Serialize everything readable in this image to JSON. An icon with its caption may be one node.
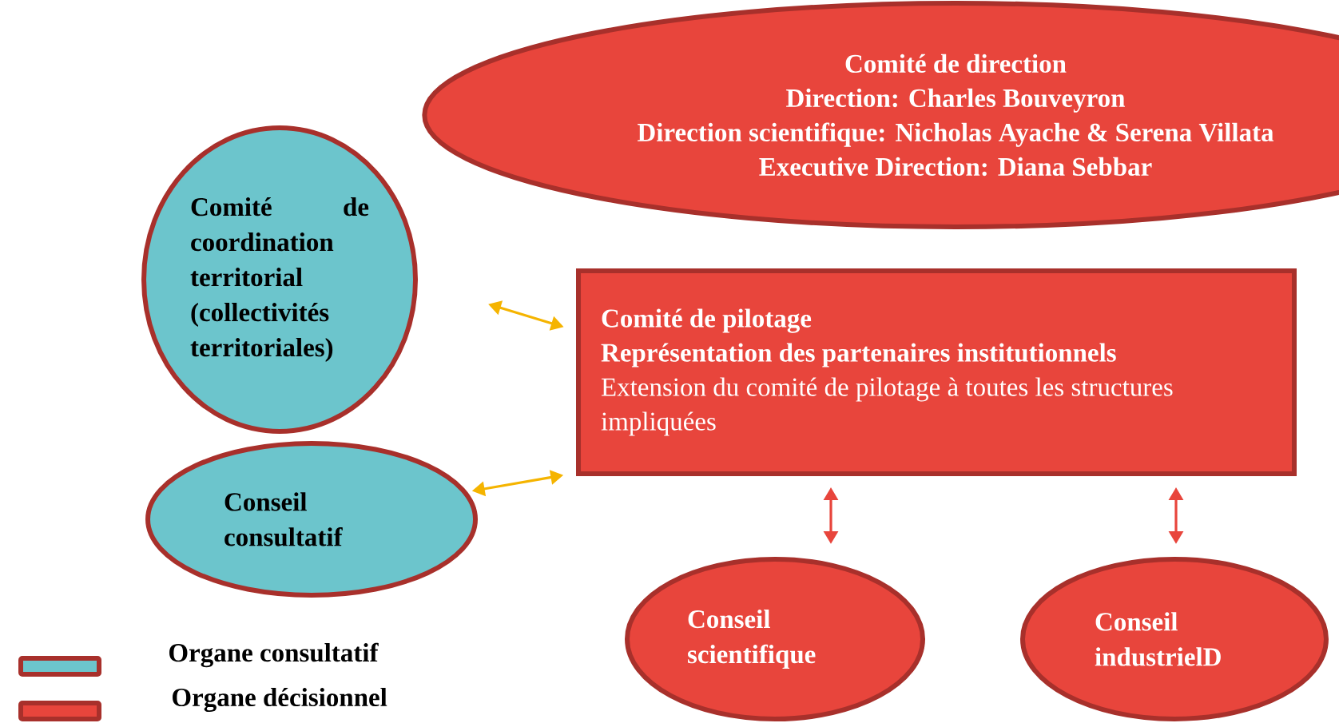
{
  "diagram": {
    "nodes": [
      {
        "text": [
          "Comité de direction",
          "Direction: Charles Bouveyron",
          "Direction scientifique: Nicholas Ayache & Serena Villata",
          "Executive Direction: Diana Sebbar"
        ]
      },
      {
        "text": [
          "Comité de coordination territorial (collectivités territoriales)"
        ]
      },
      {
        "text": [
          "Comité de pilotage",
          "Représentation des partenaires institutionnels",
          "Extension du comité de pilotage à toutes les structures impliquées"
        ]
      },
      {
        "text": [
          "Conseil consultatif"
        ]
      },
      {
        "text": [
          "Conseil scientifique"
        ]
      },
      {
        "text": [
          "Conseil industrielD"
        ]
      }
    ],
    "edges": [
      {
        "from": 1,
        "to": 2,
        "arrow": "both",
        "color": "#f5b400"
      },
      {
        "from": 3,
        "to": 2,
        "arrow": "both",
        "color": "#f5b400"
      },
      {
        "from": 2,
        "to": 4,
        "arrow": "both",
        "color": "#e8453c"
      },
      {
        "from": 2,
        "to": 5,
        "arrow": "both",
        "color": "#e8453c"
      }
    ],
    "legend": [
      {
        "text": "Organe consultatif",
        "color": "#6cc5cc"
      },
      {
        "text": "Organe décisionnel",
        "color": "#e8453c"
      }
    ]
  }
}
